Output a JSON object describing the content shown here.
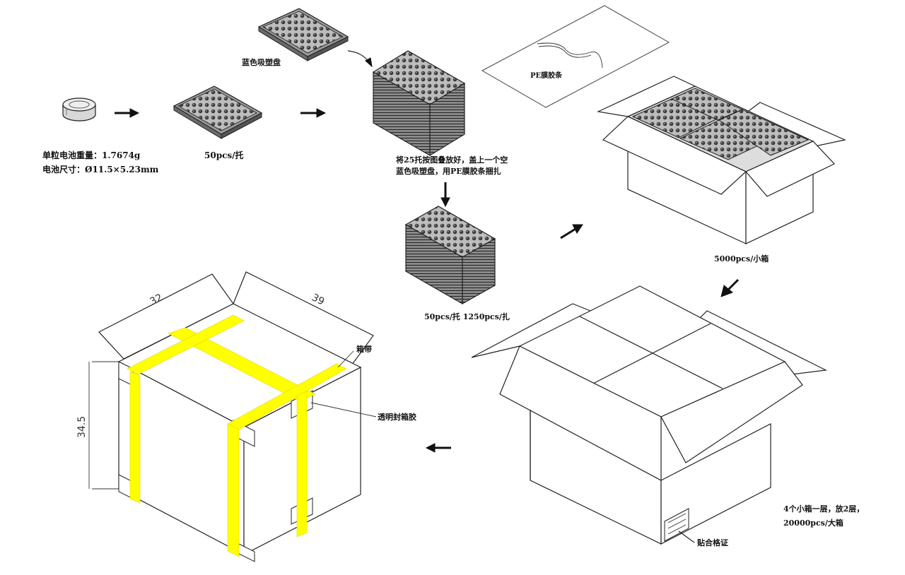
{
  "labels": {
    "cell_weight": "单粒电池重量：1.7674g",
    "cell_size": "电池尺寸：Ø11.5×5.23mm",
    "tray_qty": "50pcs/托",
    "blue_tray": "蓝色吸塑盘",
    "stack_line1": "将25托按图叠放好，盖上一个空",
    "stack_line2": "蓝色吸塑盘，用PE膜胶条捆扎",
    "pe_film": "PE膜胶条",
    "bundle_qty": "50pcs/托  1250pcs/扎",
    "small_box_qty": "5000pcs/小箱",
    "big_box_line1": "4个小箱一层，放2层，",
    "big_box_line2": "20000pcs/大箱",
    "label_sticker": "贴合格证",
    "strap": "箱带",
    "seal_tape": "透明封箱胶"
  },
  "dimensions": {
    "width": "32",
    "depth": "39",
    "height": "34.5"
  },
  "colors": {
    "strap": "#ffff00",
    "line": "#222222",
    "tray_fill": "#cfcfcf"
  },
  "icons": [
    "battery-cell-icon",
    "blister-tray-icon",
    "tray-stack-icon",
    "pe-film-icon",
    "small-box-icon",
    "large-box-icon",
    "strapped-box-icon",
    "arrow-icon"
  ]
}
